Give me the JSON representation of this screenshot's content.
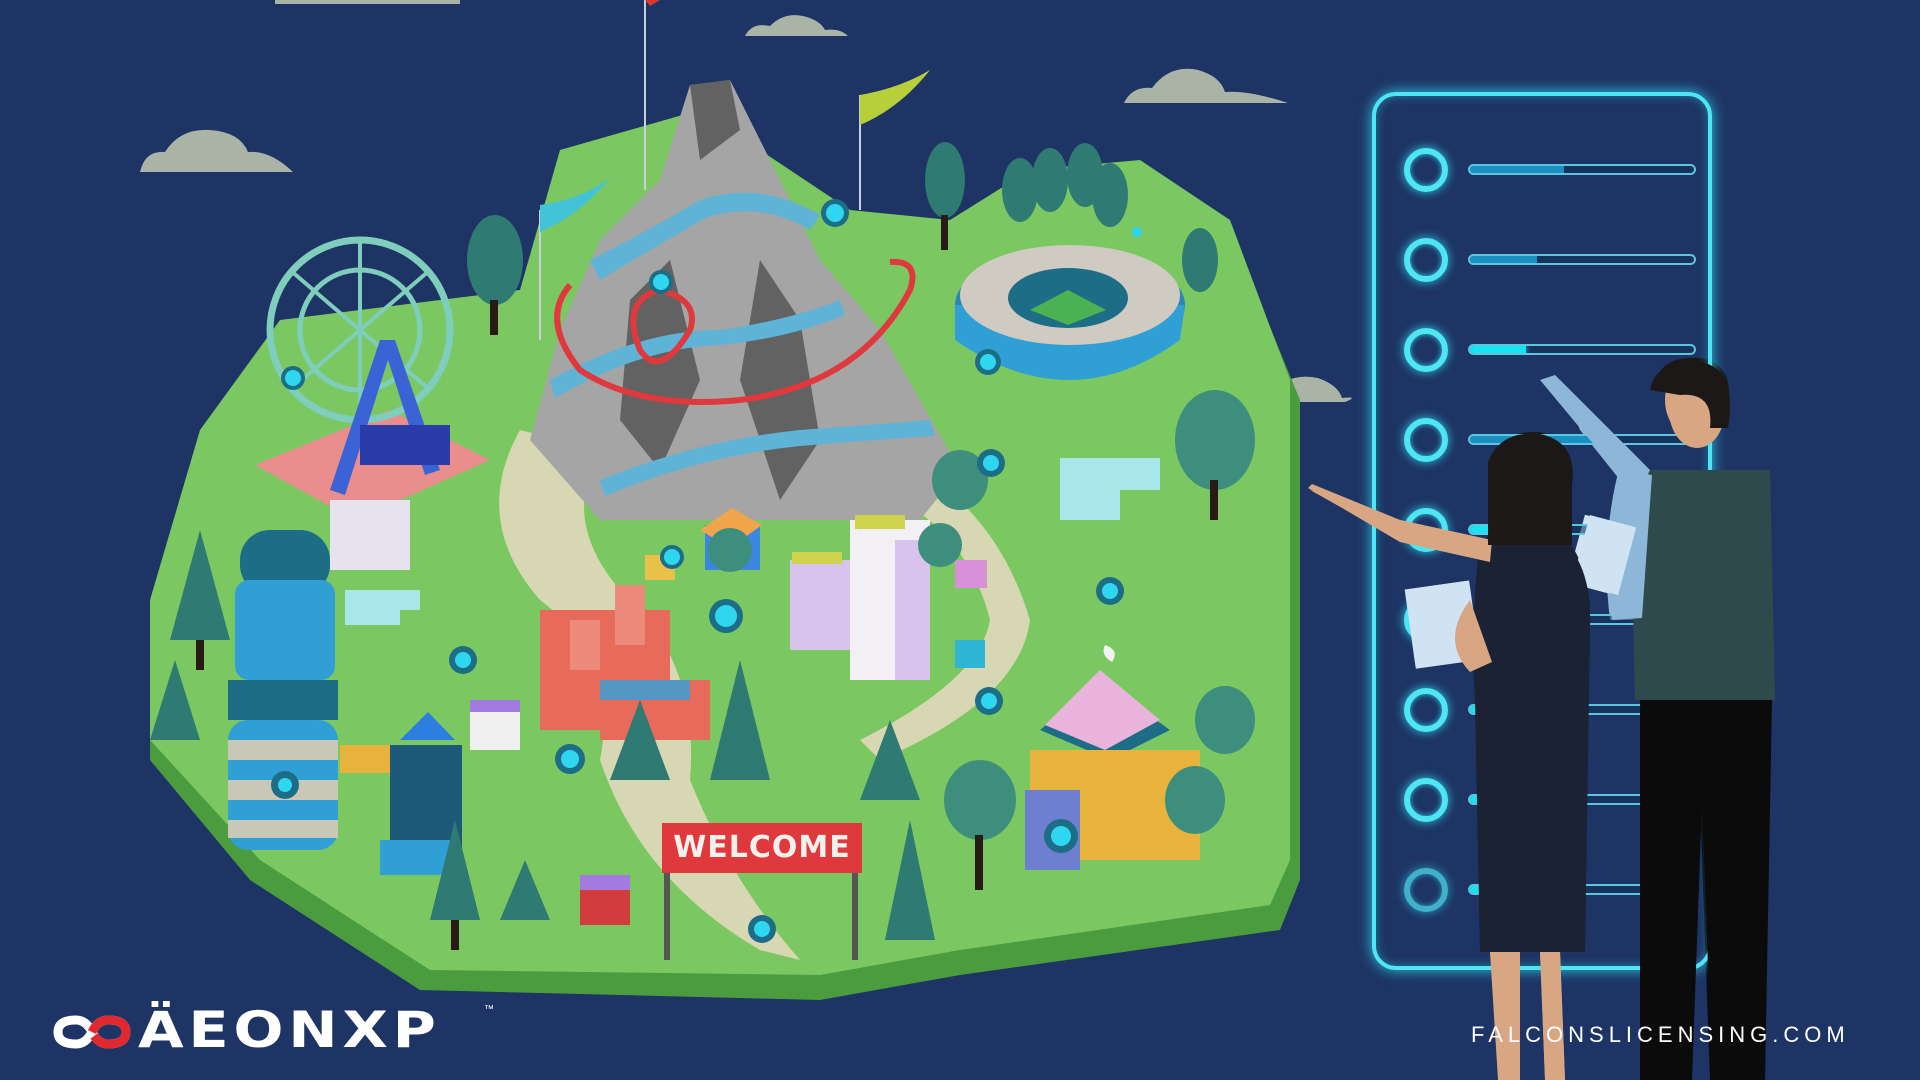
{
  "scene": {
    "title": "Theme park map illustration with progress panel",
    "background_color": "#1d3464",
    "welcome_sign": "WELCOME"
  },
  "brand": {
    "logo_text": "ÄEONXP",
    "trademark": "™",
    "logo_icon": "infinity-icon",
    "colors": {
      "logo_text": "#ffffff",
      "infinity_red": "#e0282e"
    }
  },
  "footer": {
    "website": "FALCONSLICENSING.COM"
  },
  "map": {
    "landmarks": [
      "ferris-wheel",
      "mountain-rollercoaster",
      "stadium",
      "water-tower",
      "factory",
      "apartment-towers",
      "domed-building",
      "office-tower",
      "market-stalls"
    ],
    "marker_color": "#2fd6f0",
    "marker_count": 17
  },
  "panel": {
    "accent_color": "#4fe6f4",
    "rows": [
      {
        "id": 1,
        "progress": 42,
        "highlight": false
      },
      {
        "id": 2,
        "progress": 30,
        "highlight": false
      },
      {
        "id": 3,
        "progress": 25,
        "highlight": true
      },
      {
        "id": 4,
        "progress": 55,
        "highlight": false
      },
      {
        "id": 5,
        "progress": 40,
        "highlight": true
      },
      {
        "id": 6,
        "progress": 20,
        "highlight": false
      },
      {
        "id": 7,
        "progress": 10,
        "highlight": true
      },
      {
        "id": 8,
        "progress": 10,
        "highlight": true
      },
      {
        "id": 9,
        "progress": 10,
        "highlight": true
      }
    ]
  }
}
